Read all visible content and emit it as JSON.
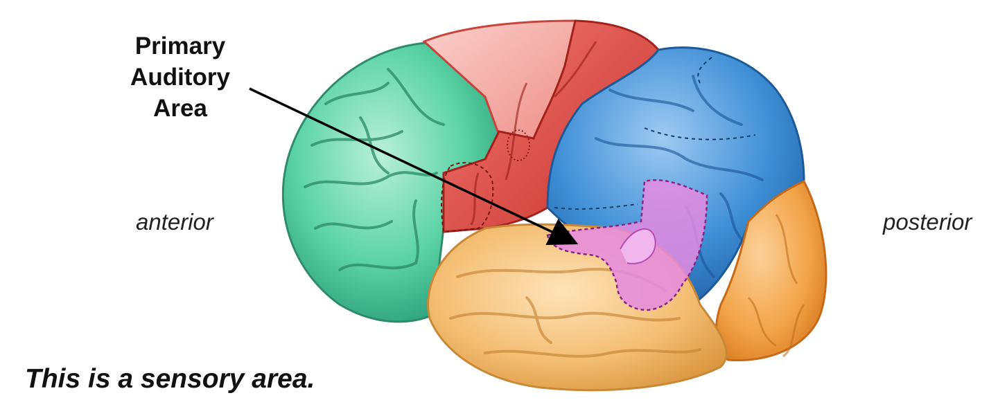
{
  "callout": {
    "lines": [
      "Primary",
      "Auditory",
      "Area"
    ]
  },
  "directions": {
    "anterior": "anterior",
    "posterior": "posterior"
  },
  "caption": "This is a sensory area.",
  "colors": {
    "frontal": "#5cd3a7",
    "motor": "#e24b45",
    "premotor": "#f4a9a4",
    "parietal": "#3f8fd6",
    "temporal": "#f4be74",
    "occipital": "#f2a347",
    "auditory": "#e58be0",
    "arrow": "#000000"
  }
}
